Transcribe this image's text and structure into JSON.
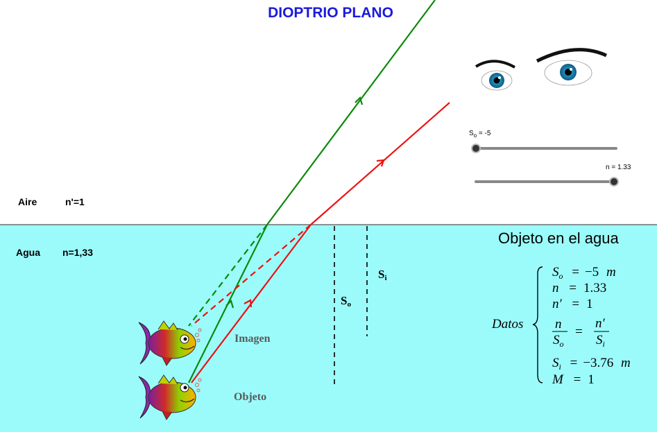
{
  "title": "DIOPTRIO PLANO",
  "media": {
    "air_label": "Aire",
    "air_index": "n'=1",
    "water_label": "Agua",
    "water_index": "n=1,33"
  },
  "sliders": {
    "so": {
      "label_main": "S",
      "label_sub": "o",
      "label_suffix": " = -5",
      "value": -5
    },
    "n": {
      "label": "n = 1.33",
      "value": 1.33
    }
  },
  "diagram_labels": {
    "so_main": "S",
    "so_sub": "o",
    "si_main": "S",
    "si_sub": "i",
    "imagen": "Imagen",
    "objeto": "Objeto"
  },
  "heading": "Objeto en el agua",
  "datos": {
    "label": "Datos",
    "so_line": {
      "var": "S",
      "sub": "o",
      "eq": "=",
      "val": "−5",
      "unit": "m"
    },
    "n_line": {
      "var": "n",
      "eq": "=",
      "val": "1.33"
    },
    "np_line": {
      "var": "n′",
      "eq": "=",
      "val": "1"
    },
    "frac": {
      "num_left": "n",
      "den_left_var": "S",
      "den_left_sub": "o",
      "eq": "=",
      "num_right": "n′",
      "den_right_var": "S",
      "den_right_sub": "i"
    },
    "si_line": {
      "var": "S",
      "sub": "i",
      "eq": "=",
      "val": "−3.76",
      "unit": "m"
    },
    "m_line": {
      "var": "M",
      "eq": "=",
      "val": "1"
    }
  },
  "colors": {
    "water": "#9bfbfb",
    "ray_green": "#0a8a0a",
    "ray_red": "#ee1111",
    "title_blue": "#1a1adb",
    "eye_iris": "#1f8fc0"
  },
  "icons": [
    "left-eye-icon",
    "right-eye-icon",
    "fish-object-icon",
    "fish-image-icon"
  ]
}
